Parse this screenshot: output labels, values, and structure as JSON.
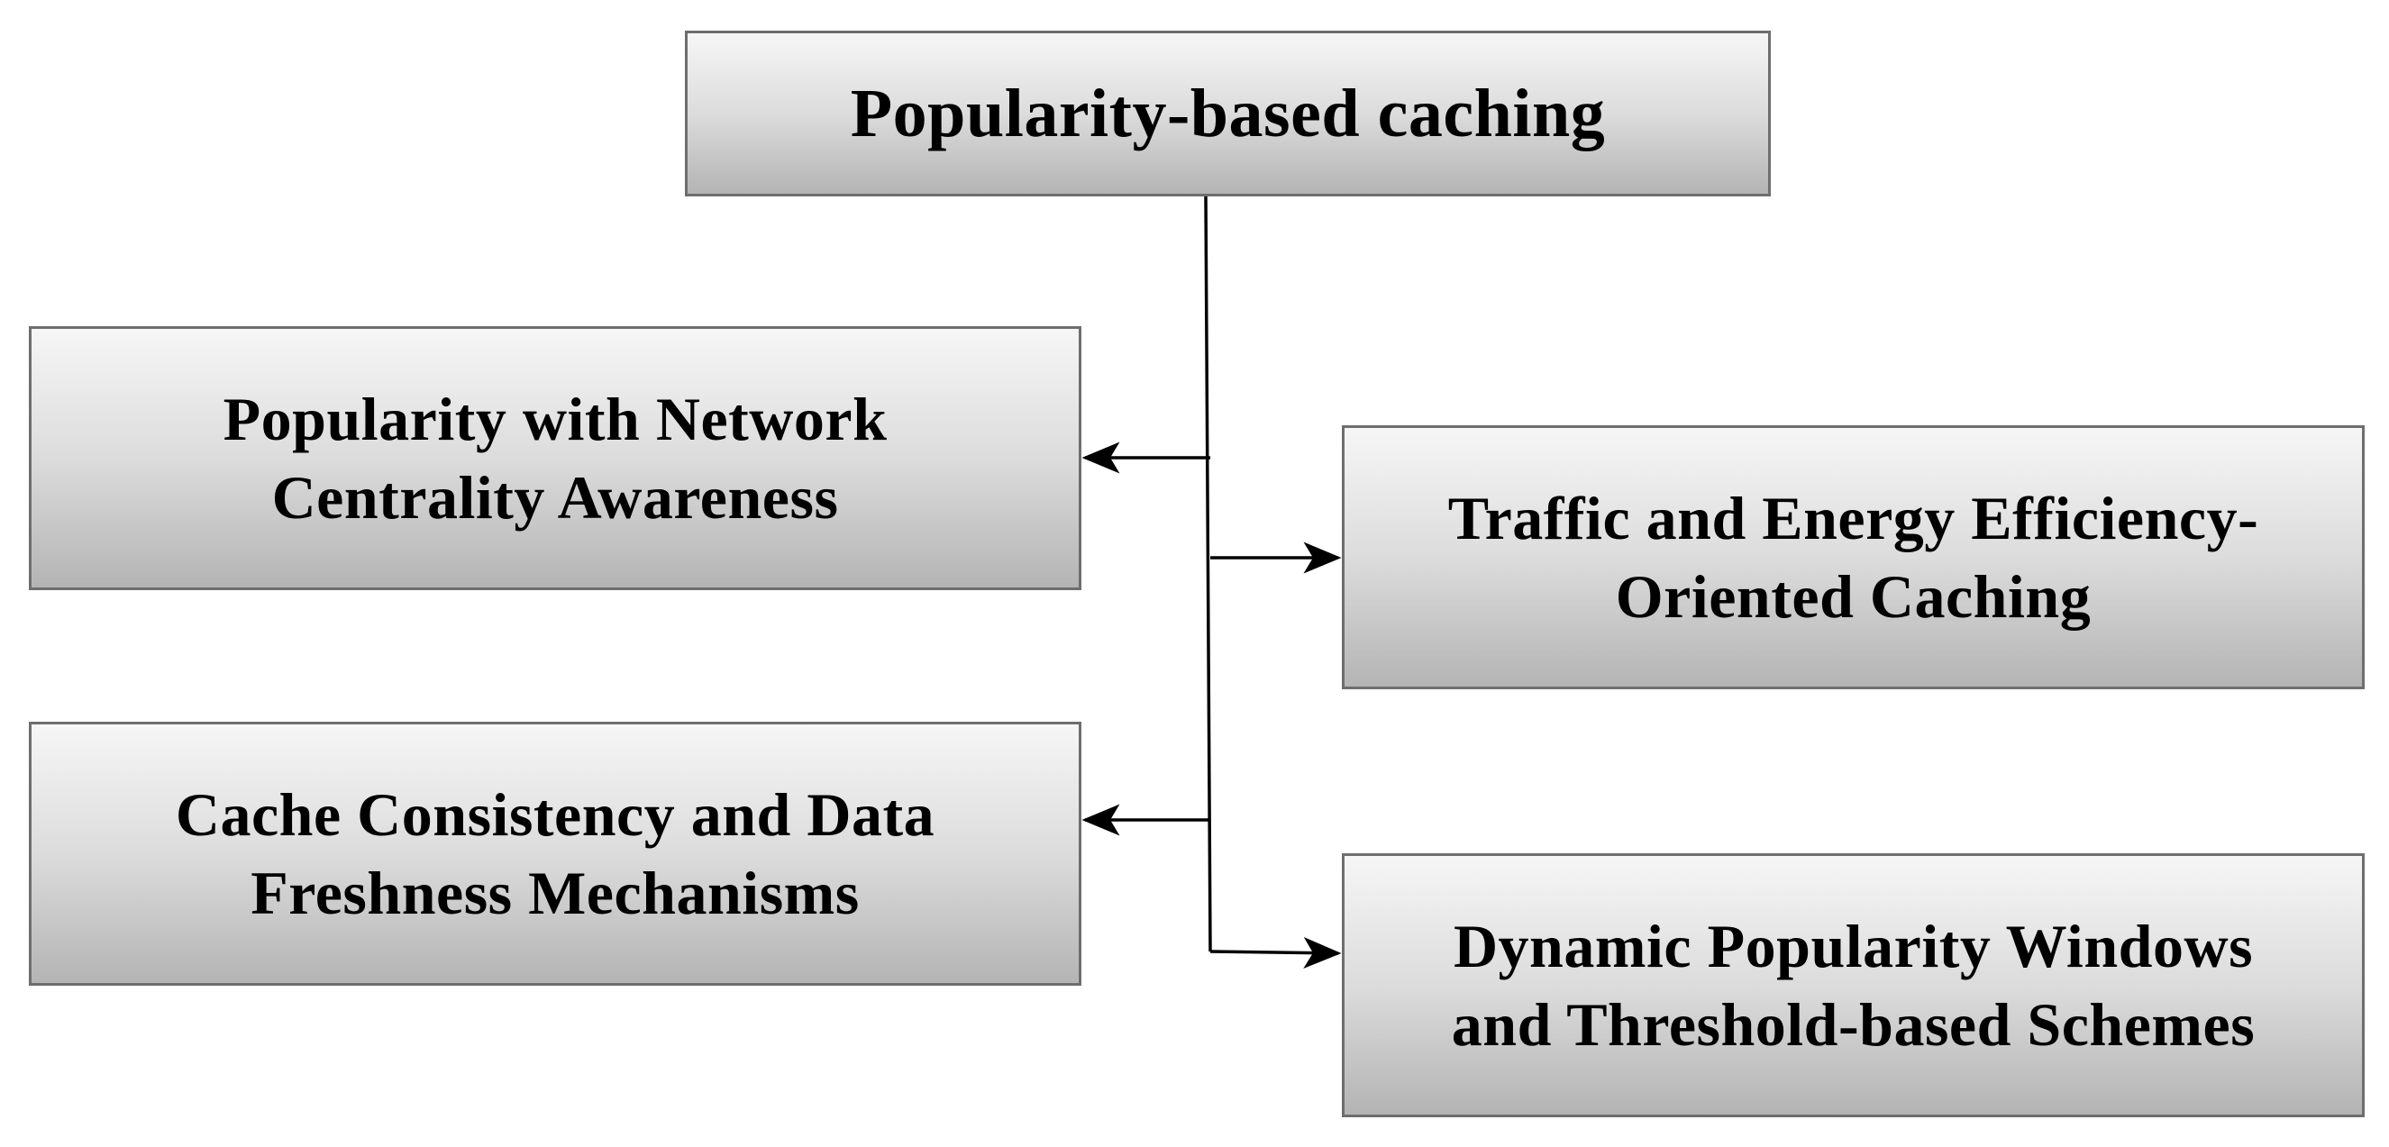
{
  "diagram": {
    "root": {
      "label": "Popularity-based caching"
    },
    "branches": [
      {
        "id": "network",
        "label": "Popularity with Network\nCentrality Awareness",
        "side": "left"
      },
      {
        "id": "traffic",
        "label": "Traffic and Energy Efficiency-\nOriented Caching",
        "side": "right"
      },
      {
        "id": "consistency",
        "label": "Cache Consistency and Data\nFreshness Mechanisms",
        "side": "left"
      },
      {
        "id": "dynamic",
        "label": "Dynamic Popularity Windows\nand Threshold-based Schemes",
        "side": "right"
      }
    ],
    "colors": {
      "box_top": "#f6f6f6",
      "box_bottom": "#b4b4b4",
      "box_border": "#6e6e6e",
      "text": "#000000",
      "connector": "#000000"
    }
  }
}
